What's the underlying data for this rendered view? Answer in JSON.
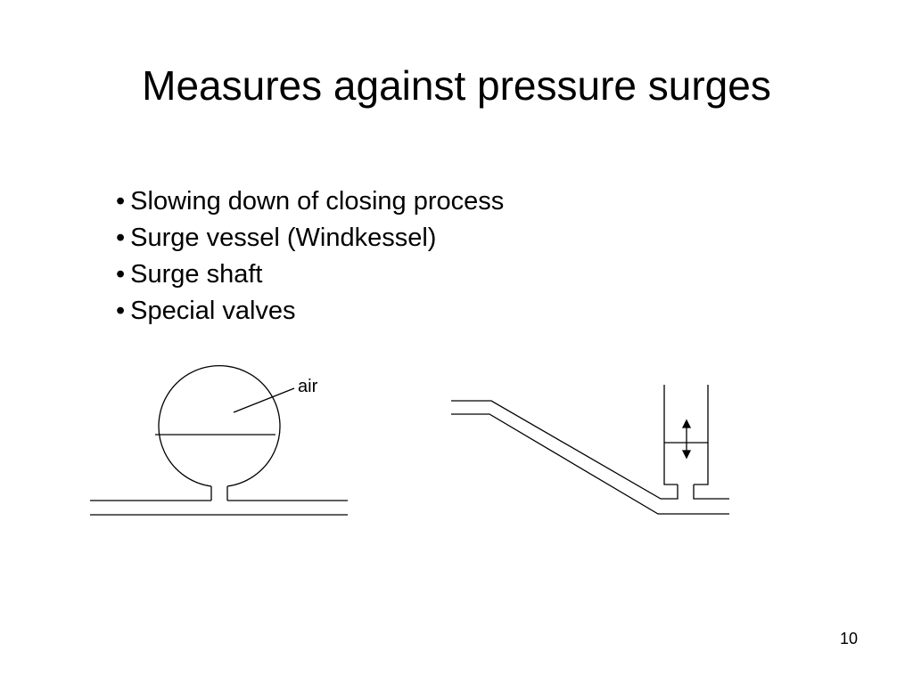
{
  "slide": {
    "title": "Measures against pressure surges",
    "bullet_symbol": "•",
    "bullets": [
      "Slowing down of closing process",
      "Surge vessel (Windkessel)",
      "Surge shaft",
      "Special valves"
    ],
    "page_number": "10"
  },
  "diagram": {
    "label_air": "air"
  }
}
